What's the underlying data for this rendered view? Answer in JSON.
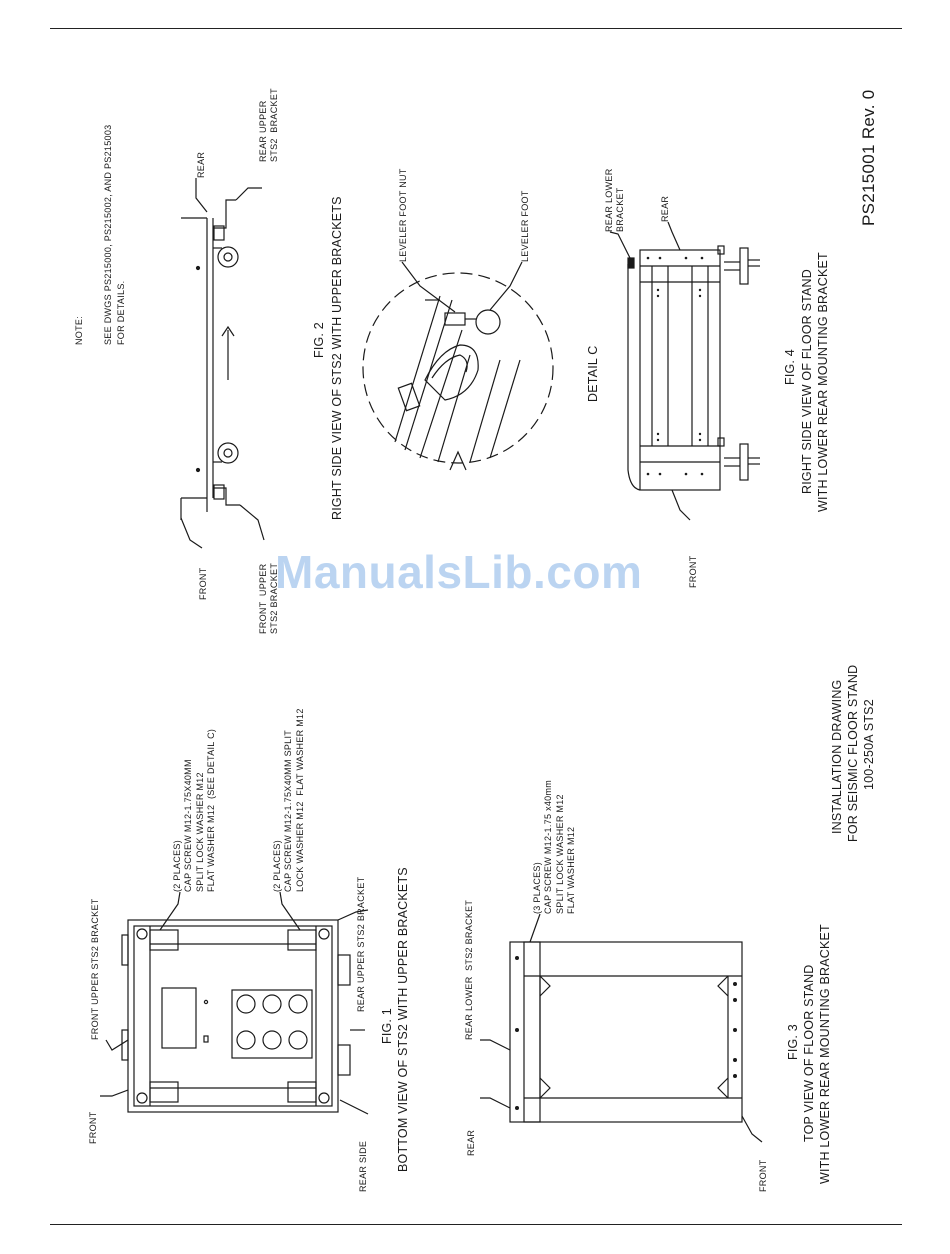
{
  "note": {
    "title": "NOTE:",
    "lines": [
      "SEE DWGS PS215000, PS215002, AND PS215003",
      "FOR DETAILS."
    ]
  },
  "fig2": {
    "labels": {
      "rear": "REAR",
      "rear_upper_bracket": "REAR UPPER\nSTS2  BRACKET",
      "front": "FRONT",
      "front_upper_bracket": "FRONT  UPPER\nSTS2 BRACKET"
    },
    "caption_num": "FIG. 2",
    "caption": "RIGHT SIDE VIEW OF STS2 WITH UPPER BRACKETS"
  },
  "detail_c": {
    "leveler_foot_nut": "LEVELER FOOT NUT",
    "leveler_foot": "LEVELER FOOT",
    "title": "DETAIL C"
  },
  "fig4": {
    "labels": {
      "rear_lower_bracket": "REAR LOWER\nBRACKET",
      "rear": "REAR",
      "front": "FRONT"
    },
    "caption_num": "FIG. 4",
    "caption_l1": "RIGHT SIDE VIEW OF FLOOR STAND",
    "caption_l2": "WITH LOWER REAR MOUNTING BRACKET"
  },
  "doc_number": "PS215001 Rev. 0",
  "fig1": {
    "callout_front_places": "(2 PLACES)\nCAP SCREW M12-1.75X40MM\nSPLIT LOCK WASHER M12\nFLAT WASHER M12  (SEE DETAIL C)",
    "callout_rear_places": "(2 PLACES)\nCAP SCREW M12-1.75X40MM SPLIT\nLOCK WASHER M12  FLAT WASHER M12",
    "front_upper_bracket": "FRONT UPPER STS2 BRACKET",
    "front": "FRONT",
    "rear_upper_bracket": "REAR UPPER STS2 BRACKET",
    "rear_side": "REAR SIDE",
    "caption_num": "FIG. 1",
    "caption": "BOTTOM VIEW OF STS2 WITH UPPER BRACKETS"
  },
  "fig3": {
    "callout_places": "(3 PLACES)\nCAP SCREW M12-1.75 x40mm\nSPLIT LOCK WASHER M12\nFLAT WASHER M12",
    "rear_lower_bracket": "REAR LOWER  STS2 BRACKET",
    "rear": "REAR",
    "front": "FRONT",
    "caption_num": "FIG. 3",
    "caption_l1": "TOP VIEW OF FLOOR STAND",
    "caption_l2": "WITH LOWER REAR MOUNTING BRACKET"
  },
  "title_block": {
    "line1": "INSTALLATION DRAWING",
    "line2": "FOR SEISMIC FLOOR STAND",
    "line3": "100-250A STS2"
  },
  "watermark": "ManualsLib.com"
}
